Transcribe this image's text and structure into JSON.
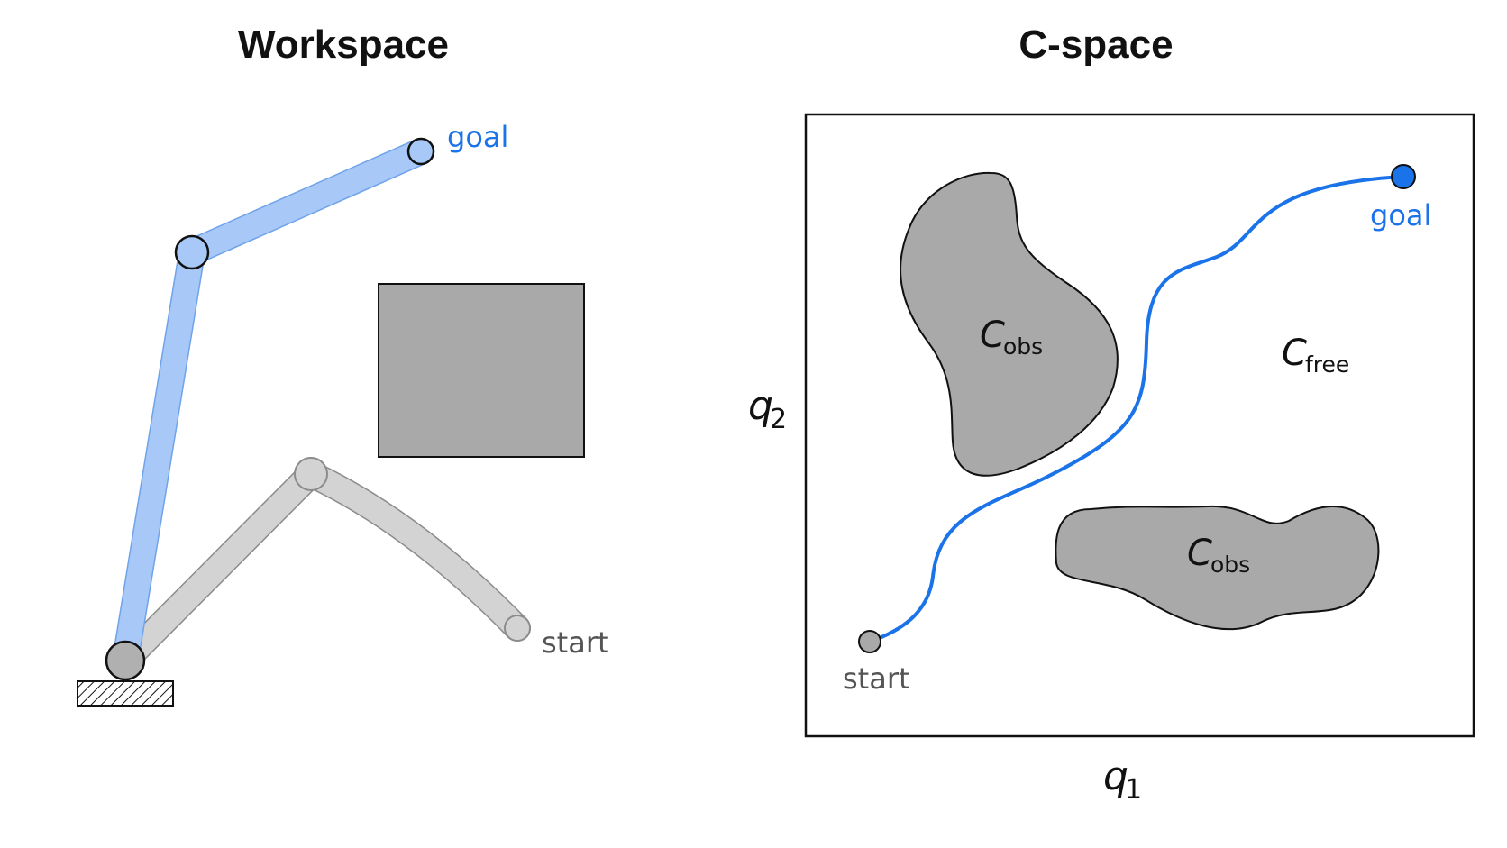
{
  "workspace": {
    "title": "Workspace",
    "goal_label": "goal",
    "start_label": "start"
  },
  "cspace": {
    "title": "C-space",
    "goal_label": "goal",
    "start_label": "start",
    "obstacle_symbol": "C",
    "obstacle_subscript": "obs",
    "free_symbol": "C",
    "free_subscript": "free",
    "axis_x_symbol": "q",
    "axis_x_subscript": "1",
    "axis_y_symbol": "q",
    "axis_y_subscript": "2"
  },
  "colors": {
    "goal_arm": "#a8c8f8",
    "goal_accent": "#1a73e8",
    "start_arm": "#d3d3d3",
    "obstacle": "#a9a9a9",
    "outline": "#111111"
  }
}
